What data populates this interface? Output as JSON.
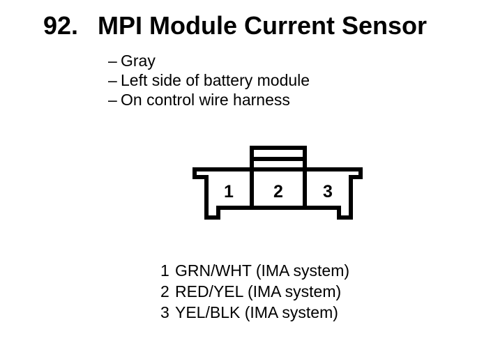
{
  "page": {
    "background": "#ffffff",
    "ink": "#000000"
  },
  "header": {
    "number": "92.",
    "title": "MPI Module Current Sensor"
  },
  "notes": {
    "dash": "–",
    "items": [
      "Gray",
      "Left side of battery module",
      "On control wire harness"
    ]
  },
  "connector": {
    "pins": [
      "1",
      "2",
      "3"
    ]
  },
  "pin_legend": {
    "items": [
      {
        "num": "1",
        "label": "GRN/WHT (IMA system)"
      },
      {
        "num": "2",
        "label": "RED/YEL (IMA system)"
      },
      {
        "num": "3",
        "label": "YEL/BLK (IMA system)"
      }
    ]
  }
}
